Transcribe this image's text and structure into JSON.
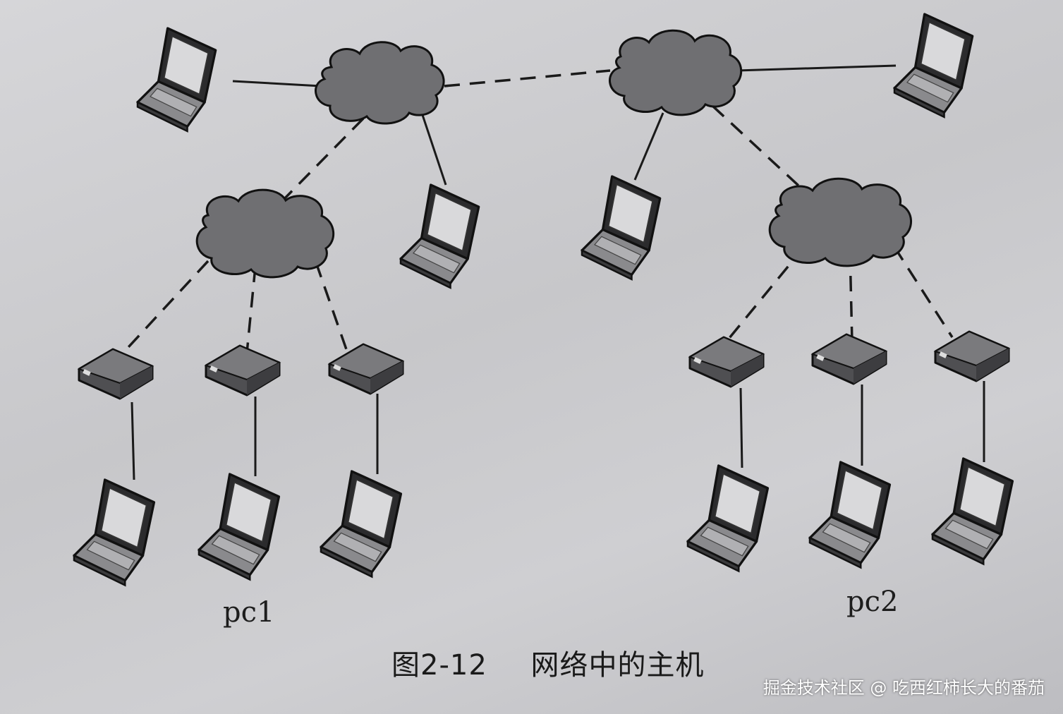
{
  "labels": {
    "pc1": "pc1",
    "pc2": "pc2"
  },
  "caption": {
    "number": "图2-12",
    "title": "网络中的主机"
  },
  "watermark": "掘金技术社区 @ 吃西红柿长大的番茄",
  "colors": {
    "cloud": "#6f6f72",
    "device": "#5f5f62",
    "line": "#1a1a1a",
    "background": "#cbcbce"
  },
  "icons": {
    "cloud": "cloud-icon",
    "laptop": "laptop-icon",
    "router": "router-icon"
  },
  "links": {
    "solid": "solid",
    "dashed": "dashed"
  }
}
